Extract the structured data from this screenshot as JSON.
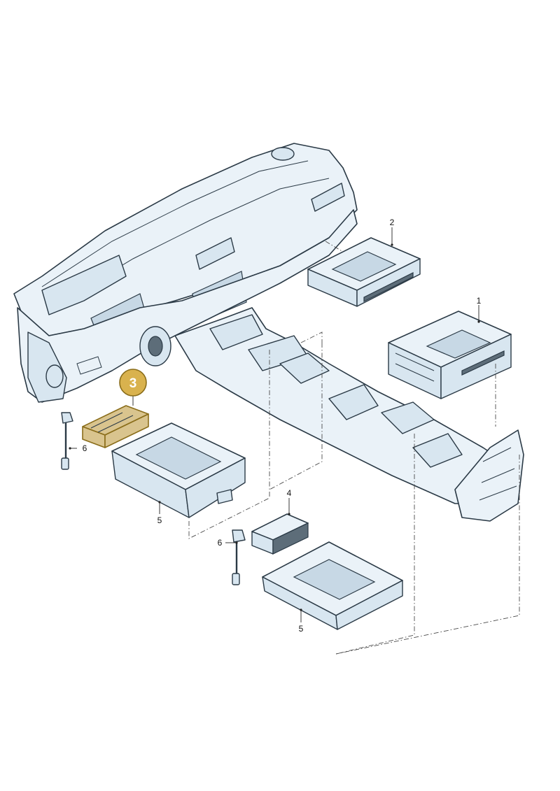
{
  "callout": {
    "label": "3"
  },
  "part_labels": {
    "p1": "1",
    "p2": "2",
    "p4": "4",
    "p5a": "5",
    "p5b": "5",
    "p6a": "6",
    "p6b": "6"
  },
  "colors": {
    "highlight": "#d9b24e",
    "line": "#2b3a46",
    "fill": "#eaf2f8"
  }
}
